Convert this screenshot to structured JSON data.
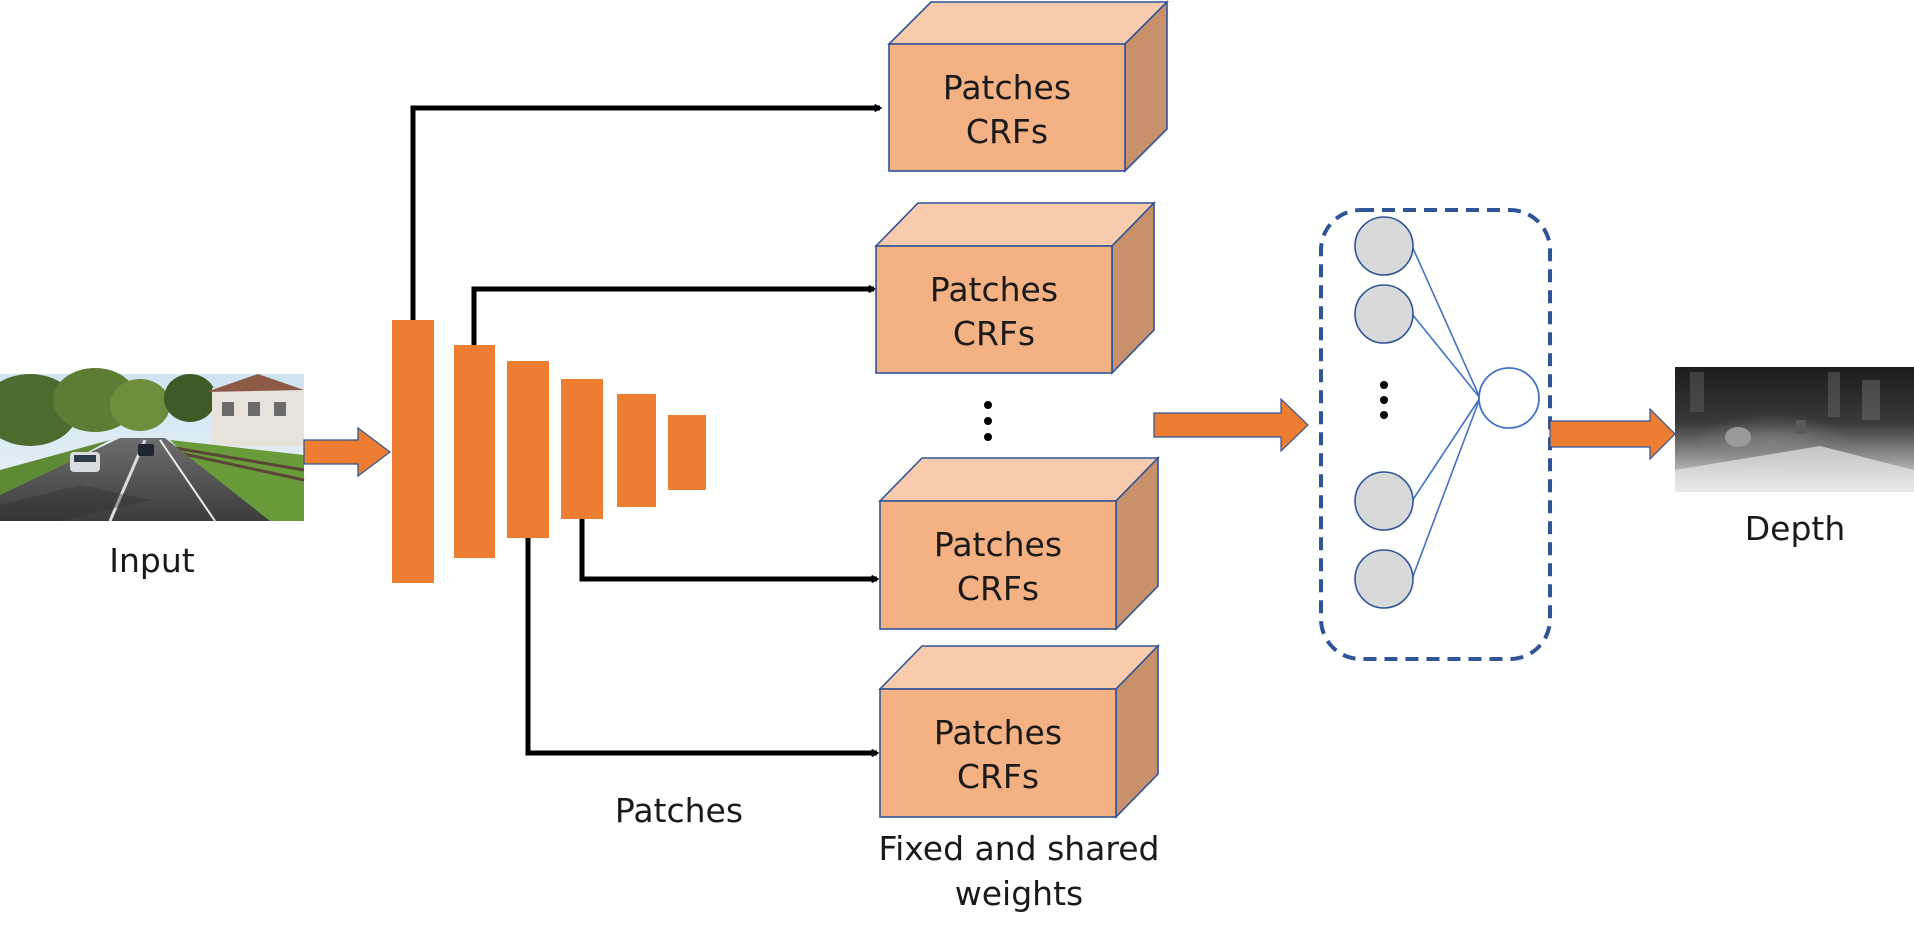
{
  "figure": {
    "input_label": "Input",
    "depth_label": "Depth",
    "patches_label": "Patches",
    "shared_caption": [
      "Fixed and shared",
      "weights"
    ],
    "crf_box_label": [
      "Patches",
      "CRFs"
    ],
    "crf_box_count": 4,
    "network_inputs_visible": 4,
    "ellipsis": "⋮"
  },
  "colors": {
    "orange": "#ED7D31",
    "box_front": "#F4B183",
    "box_top": "#F8CBAD",
    "box_side": "#C9916B",
    "box_stroke": "#2F5597",
    "neuron_fill": "#D9D9D9",
    "neuron_stroke": "#2F5597",
    "dashed_border": "#2F5597",
    "connector": "#000000"
  }
}
